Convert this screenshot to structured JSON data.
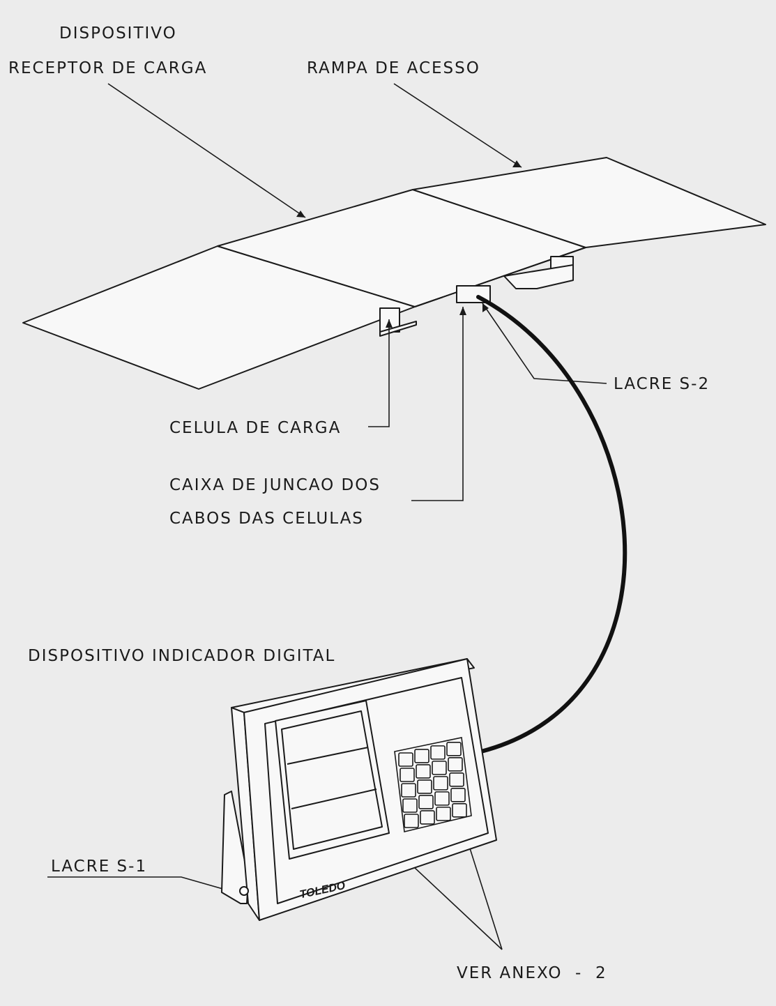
{
  "labels": {
    "dispositivo": "DISPOSITIVO",
    "receptor_de_carga": "RECEPTOR DE CARGA",
    "rampa_de_acesso": "RAMPA DE ACESSO",
    "lacre_s2": "LACRE S-2",
    "celula_de_carga": "CELULA DE CARGA",
    "caixa_line1": "CAIXA DE JUNCAO DOS",
    "caixa_line2": "CABOS DAS CELULAS",
    "dispositivo_indicador_digital": "DISPOSITIVO INDICADOR DIGITAL",
    "lacre_s1": "LACRE S-1",
    "ver_anexo": "VER ANEXO  -  2"
  },
  "brand": "TOLEDO",
  "colors": {
    "paper": "#ececec",
    "surface": "#f8f8f8",
    "ink": "#1a1a1a",
    "cable": "#111111"
  }
}
